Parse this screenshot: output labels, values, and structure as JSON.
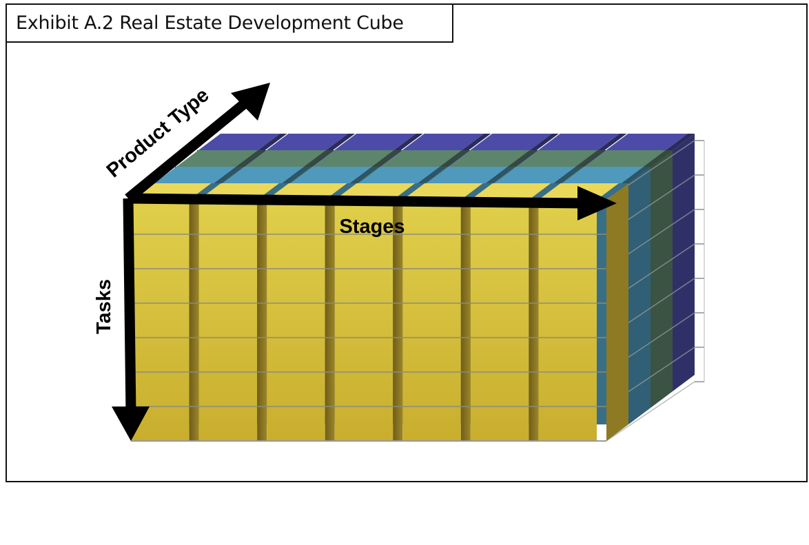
{
  "exhibit": {
    "title": "Exhibit A.2 Real Estate Development Cube"
  },
  "cube": {
    "axes": {
      "product_type": "Product Type",
      "stages": "Stages",
      "tasks": "Tasks"
    },
    "stage_count": 7,
    "task_rows": 7,
    "layer_count": 4,
    "colors": {
      "front_layer": "#d8c13c",
      "layer_2": "#3f7a96",
      "layer_3": "#4a6a56",
      "layer_4": "#3d3d86",
      "axis": "#000000"
    }
  }
}
